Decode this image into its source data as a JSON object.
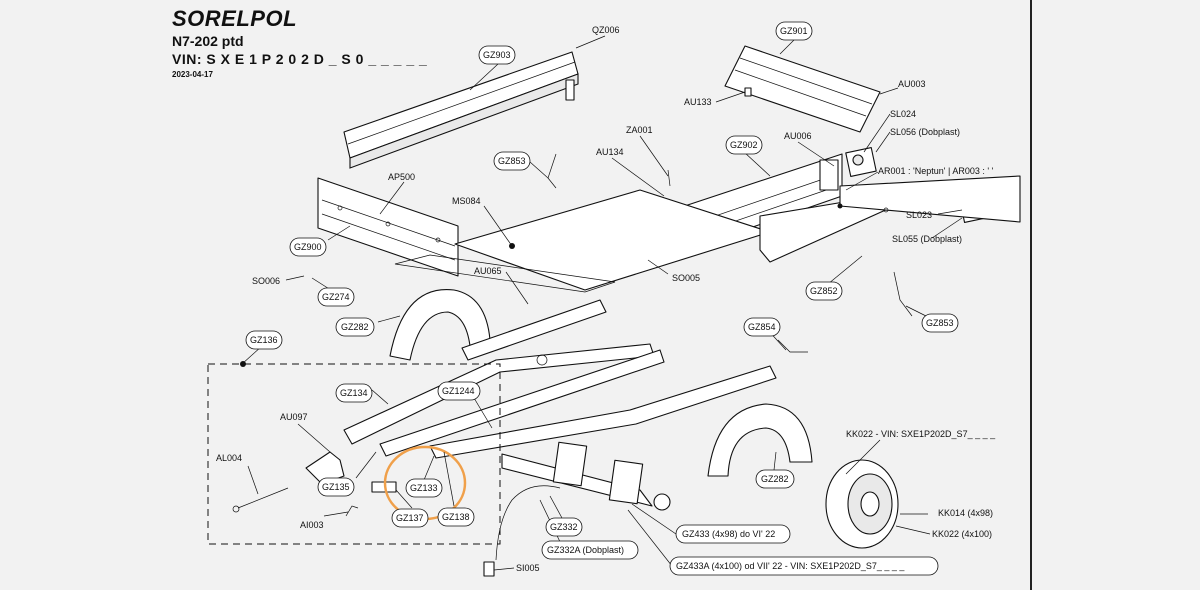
{
  "header": {
    "brand": "SORELPOL",
    "model": "N7-202 ptd",
    "vin": "VIN: S X E 1 P 2 0 2 D _ S 0 _ _ _ _ _",
    "date": "2023-04-17"
  },
  "labels": {
    "qz006": "QZ006",
    "gz903": "GZ903",
    "gz901": "GZ901",
    "au003": "AU003",
    "au133": "AU133",
    "sl024": "SL024",
    "sl056": "SL056 (Dobplast)",
    "za001": "ZA001",
    "au006": "AU006",
    "au134": "AU134",
    "gz902": "GZ902",
    "gz853_a": "GZ853",
    "ar001": "AR001 : 'Neptun'   |   AR003 : ' '",
    "ap500": "AP500",
    "ms084": "MS084",
    "sl023": "SL023",
    "sl055": "SL055 (Dobplast)",
    "gz900": "GZ900",
    "so005": "SO005",
    "au065": "AU065",
    "so006": "SO006",
    "gz274": "GZ274",
    "gz852": "GZ852",
    "gz282_a": "GZ282",
    "gz853_b": "GZ853",
    "gz854": "GZ854",
    "gz136": "GZ136",
    "gz134": "GZ134",
    "gz1244": "GZ1244",
    "au097": "AU097",
    "al004": "AL004",
    "gz135": "GZ135",
    "gz133": "GZ133",
    "gz137": "GZ137",
    "gz138": "GZ138",
    "ai003": "AI003",
    "gz282_b": "GZ282",
    "kk022_vin": "KK022 - VIN: SXE1P202D_S7_ _ _ _",
    "kk014": "KK014 (4x98)",
    "kk022": "KK022 (4x100)",
    "gz332": "GZ332",
    "gz332a": "GZ332A (Dobplast)",
    "gz433": "GZ433 (4x98) do VI' 22",
    "si005": "SI005",
    "gz433a": "GZ433A (4x100) od VII' 22 - VIN: SXE1P202D_S7_ _ _ _"
  },
  "colors": {
    "highlight": "#f0a04a",
    "background": "#f2f2f2",
    "ink": "#111111"
  }
}
